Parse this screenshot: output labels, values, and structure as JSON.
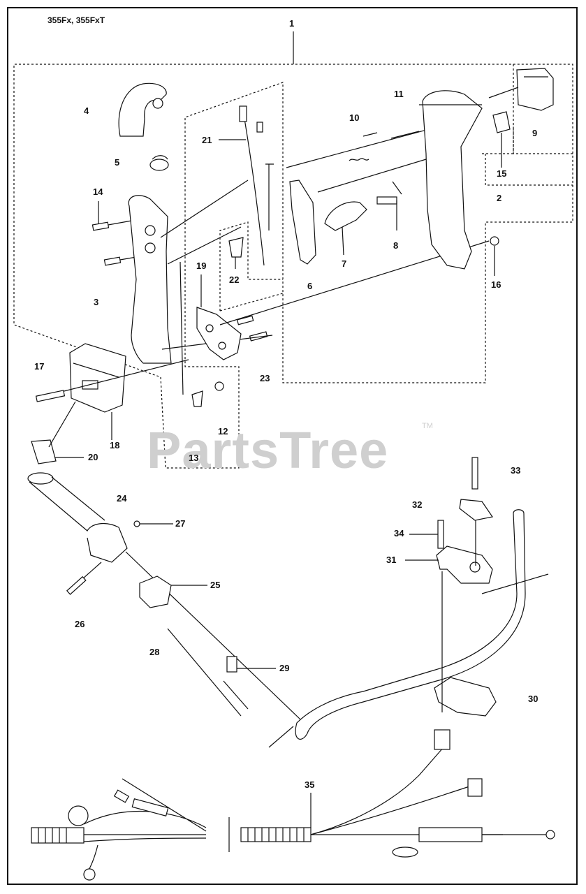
{
  "header": {
    "model_label": "355Fx, 355FxT"
  },
  "watermark": {
    "text": "PartsTree",
    "trademark": "TM"
  },
  "callouts": [
    "1",
    "2",
    "3",
    "4",
    "5",
    "6",
    "7",
    "8",
    "9",
    "10",
    "11",
    "12",
    "13",
    "14",
    "15",
    "16",
    "17",
    "18",
    "19",
    "20",
    "21",
    "22",
    "23",
    "24",
    "25",
    "26",
    "27",
    "28",
    "29",
    "30",
    "31",
    "32",
    "33",
    "34",
    "35"
  ],
  "colors": {
    "line": "#111111",
    "part_fill": "#ffffff",
    "shade": "#bdbdbd",
    "watermark": "#cfcfcf"
  }
}
